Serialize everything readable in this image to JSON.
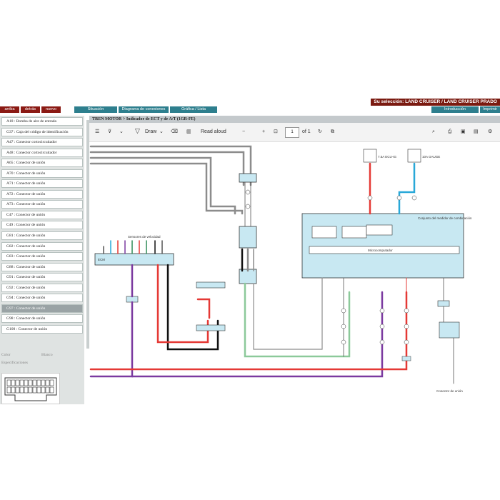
{
  "header": {
    "selection": "Su selección: LAND CRUISER / LAND CRUISER PRADO",
    "nav": [
      "arriba",
      "detrás",
      "nuevo"
    ],
    "tabs": [
      "Situación",
      "Diagrama de conexiones",
      "Gráfica / Lista"
    ],
    "right_tabs": [
      "Introducción",
      "Imprimir"
    ]
  },
  "sidebar": {
    "items": [
      "A18 : Bomba de aire de entrada",
      "G37 : Caja del código de identificación",
      "A47 : Conector cortocircuitador",
      "A48 : Conector cortocircuitador",
      "A65 : Conector de unión",
      "A70 : Conector de unión",
      "A71 : Conector de unión",
      "A72 : Conector de unión",
      "A73 : Conector de unión",
      "C47 : Conector de unión",
      "C49 : Conector de unión",
      "G81 : Conector de unión",
      "G82 : Conector de unión",
      "G83 : Conector de unión",
      "G88 : Conector de unión",
      "G91 : Conector de unión",
      "G92 : Conector de unión",
      "G94 : Conector de unión",
      "G97 : Conector de unión",
      "G98 : Conector de unión",
      "G100 : Conector de unión"
    ],
    "selected_index": 18,
    "props": {
      "color_label": "Color",
      "color_value": "Blanco",
      "spec_label": "Especificaciones"
    }
  },
  "viewer": {
    "breadcrumb": "TREN MOTOR > Indicador de ECT y de A/T (1GR-FE)",
    "toolbar": {
      "draw": "Draw",
      "read_aloud": "Read aloud",
      "page": "1",
      "of": "of 1"
    }
  },
  "diagram": {
    "labels": {
      "sensor_title": "Sensores de velocidad",
      "ecm_box": "ECM",
      "microcomputer": "Microcomputador",
      "combination_meter": "Conjunto del medidor de combinación",
      "fuse1": "7.5A ECU-IG",
      "fuse2": "10A GAUGE",
      "junction": "Conector de unión"
    },
    "colors": {
      "red": "#e53935",
      "cyan": "#29a8d8",
      "green": "#8cc99a",
      "purple": "#7b3aa0",
      "black": "#111111",
      "gray": "#8c8c8c",
      "meter_fill": "#c8e8f2"
    }
  }
}
